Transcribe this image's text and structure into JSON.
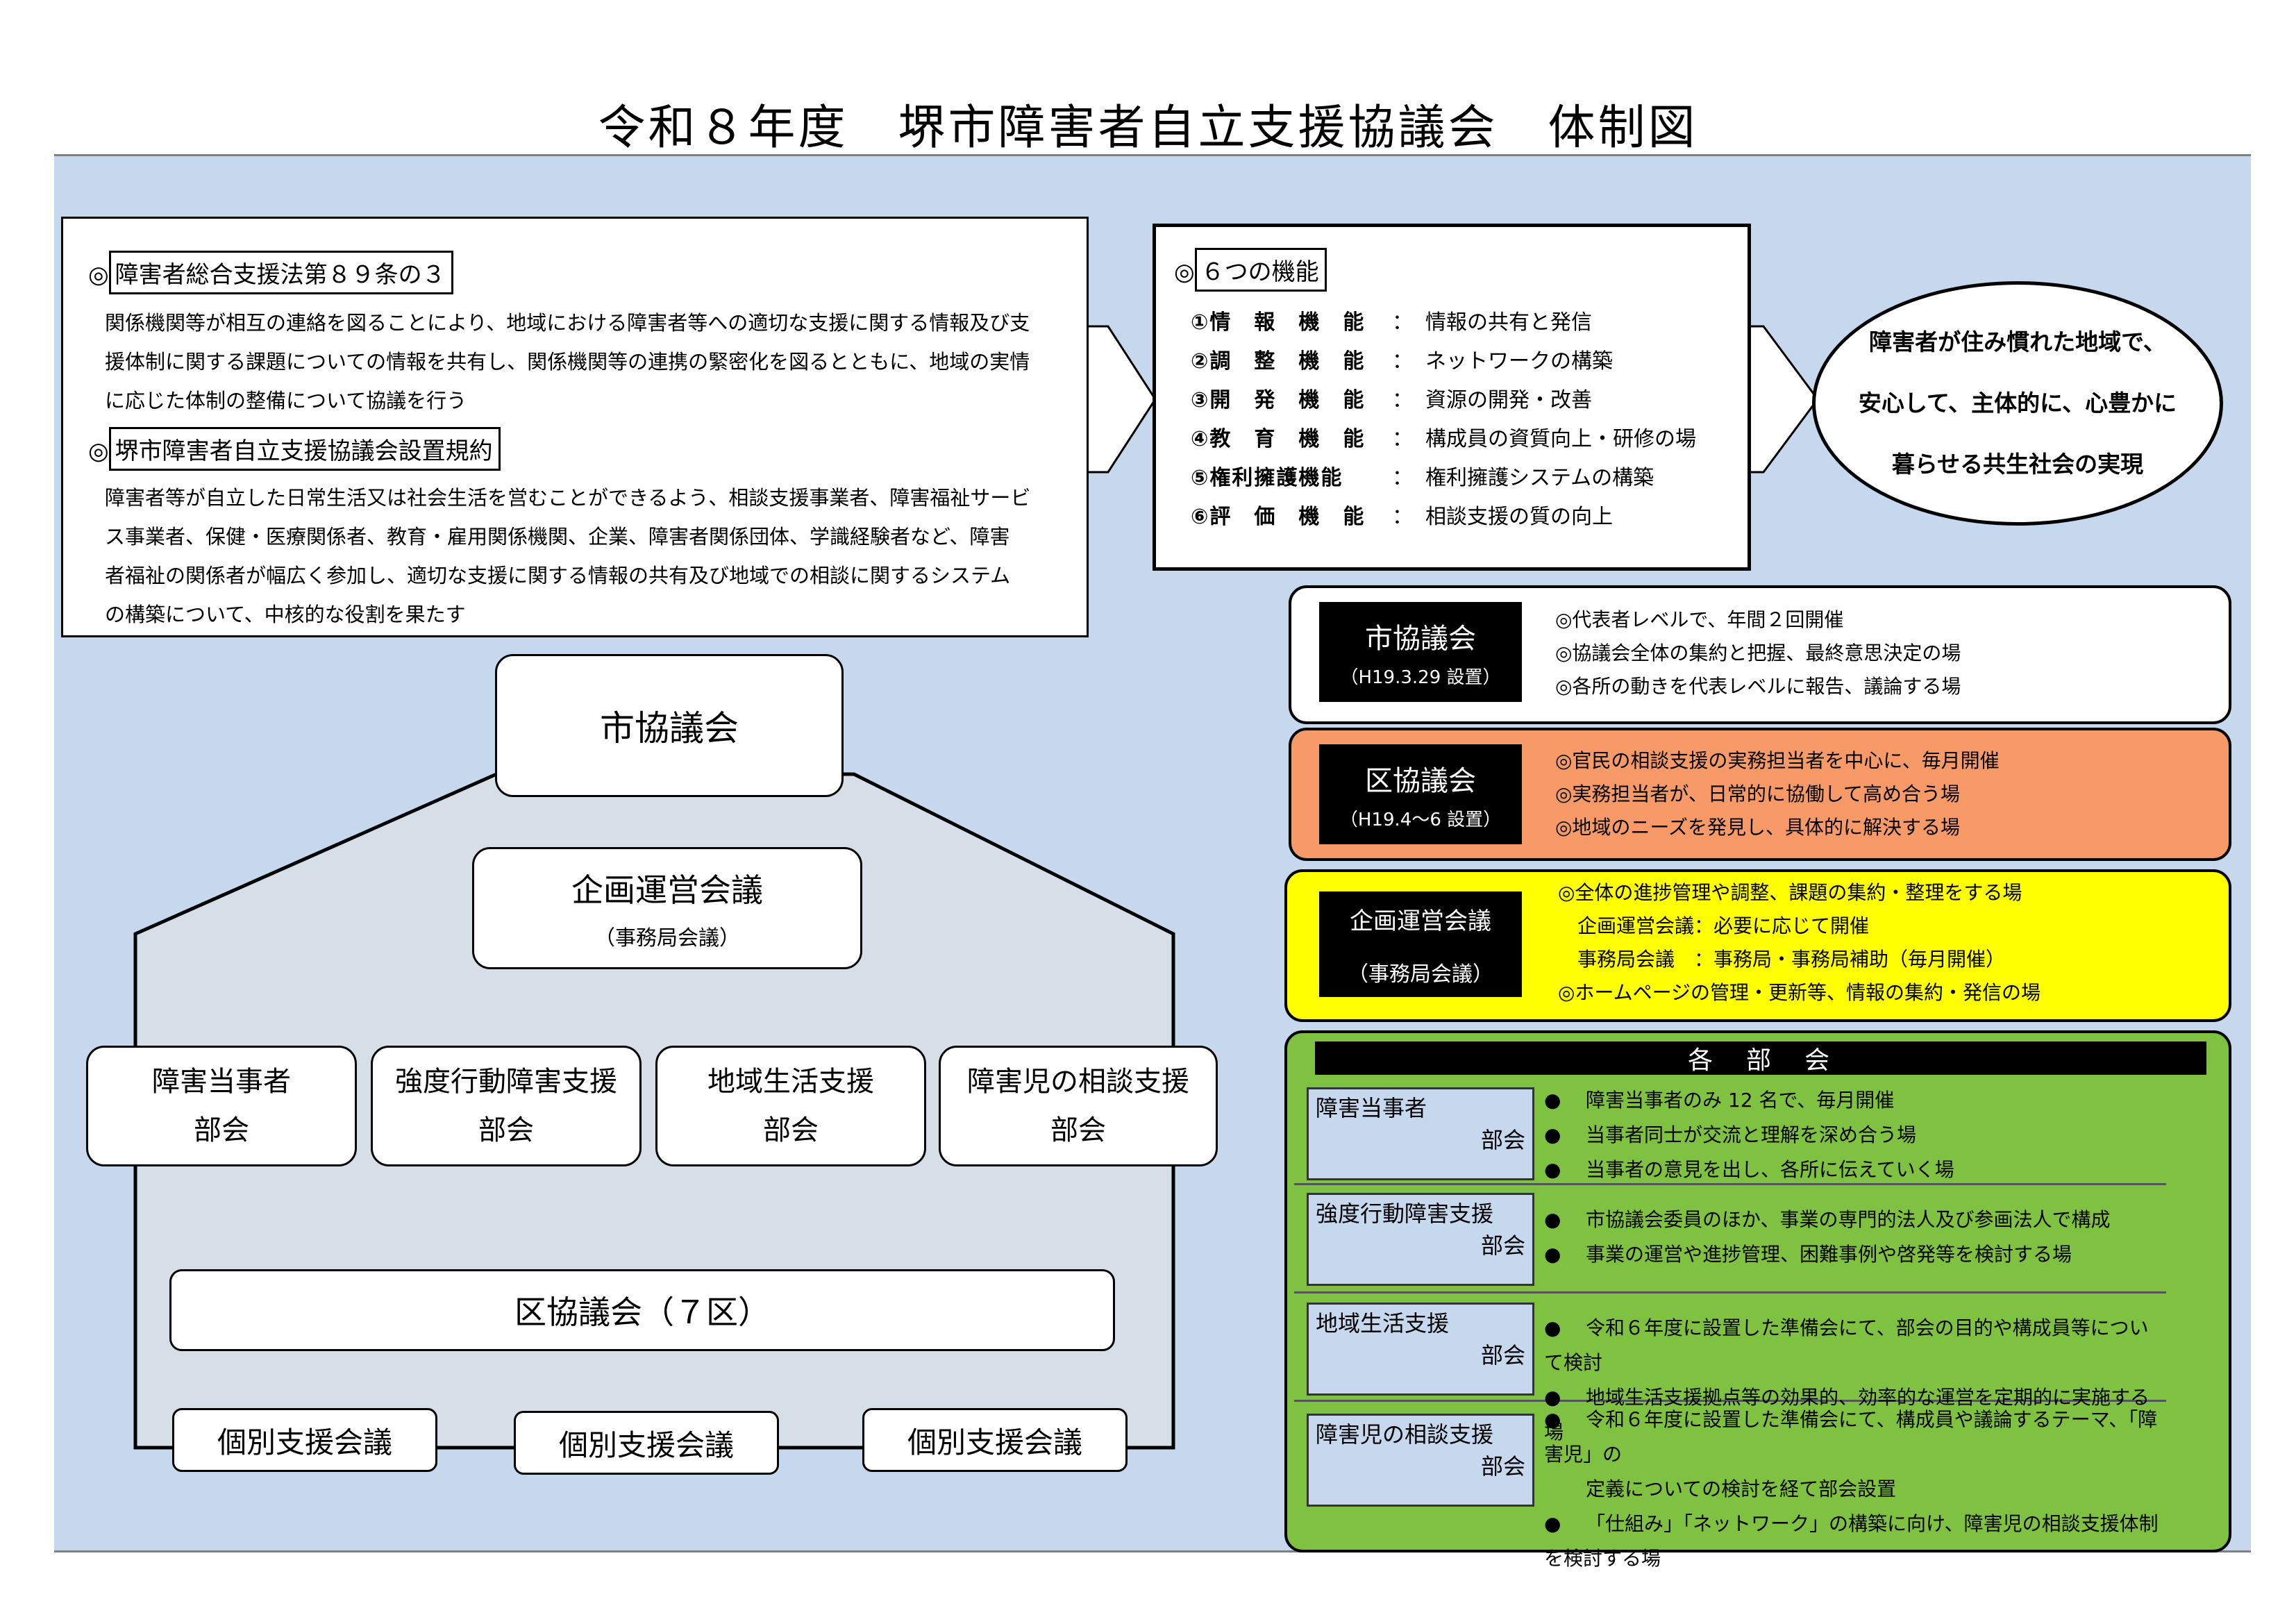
{
  "title": "令和８年度　堺市障害者自立支援協議会　体制図",
  "law": {
    "heading1": "障害者総合支援法第８９条の３",
    "text1": [
      "関係機関等が相互の連絡を図ることにより、地域における障害者等への適切な支援に関する情報及び支",
      "援体制に関する課題についての情報を共有し、関係機関等の連携の緊密化を図るとともに、地域の実情",
      "に応じた体制の整備について協議を行う"
    ],
    "heading2": "堺市障害者自立支援協議会設置規約",
    "text2": [
      "障害者等が自立した日常生活又は社会生活を営むことができるよう、相談支援事業者、障害福祉サービ",
      "ス事業者、保健・医療関係者、教育・雇用関係機関、企業、障害者関係団体、学識経験者など、障害",
      "者福祉の関係者が幅広く参加し、適切な支援に関する情報の共有及び地域での相談に関するシステム",
      "の構築について、中核的な役割を果たす"
    ],
    "mark": "◎"
  },
  "functions": {
    "heading": "６つの機能",
    "mark": "◎",
    "colon": "：",
    "items": [
      {
        "num": "①情　報　機　能",
        "desc": "情報の共有と発信"
      },
      {
        "num": "②調　整　機　能",
        "desc": "ネットワークの構築"
      },
      {
        "num": "③開　発　機　能",
        "desc": "資源の開発・改善"
      },
      {
        "num": "④教　育　機　能",
        "desc": "構成員の資質向上・研修の場"
      },
      {
        "num": "⑤権利擁護機能",
        "desc": "権利擁護システムの構築"
      },
      {
        "num": "⑥評　価　機　能",
        "desc": "相談支援の質の向上"
      }
    ]
  },
  "goal": [
    "障害者が住み慣れた地域で、",
    "安心して、主体的に、心豊かに",
    "暮らせる共生社会の実現"
  ],
  "structure": {
    "top": "市協議会",
    "planning": "企画運営会議",
    "planning_sub": "（事務局会議）",
    "subcommittees": [
      {
        "line1": "障害当事者",
        "line2": "部会"
      },
      {
        "line1": "強度行動障害支援",
        "line2": "部会"
      },
      {
        "line1": "地域生活支援",
        "line2": "部会"
      },
      {
        "line1": "障害児の相談支援",
        "line2": "部会"
      }
    ],
    "ward": "区協議会（７区）",
    "individual": [
      "個別支援会議",
      "個別支援会議",
      "個別支援会議"
    ]
  },
  "cards": {
    "city": {
      "name": "市協議会",
      "sub": "（H19.3.29 設置）",
      "notes": [
        "◎代表者レベルで、年間２回開催",
        "◎協議会全体の集約と把握、最終意思決定の場",
        "◎各所の動きを代表レベルに報告、議論する場"
      ],
      "color": "#ffffff"
    },
    "ward": {
      "name": "区協議会",
      "sub": "（H19.4～6 設置）",
      "notes": [
        "◎官民の相談支援の実務担当者を中心に、毎月開催",
        "◎実務担当者が、日常的に協働して高め合う場",
        "◎地域のニーズを発見し、具体的に解決する場"
      ],
      "color": "#f79a68"
    },
    "planning": {
      "name": "企画運営会議",
      "sub": "（事務局会議）",
      "notes": [
        "◎全体の進捗管理や調整、課題の集約・整理をする場",
        "　企画運営会議：必要に応じて開催",
        "　事務局会議　：事務局・事務局補助（毎月開催）",
        "◎ホームページの管理・更新等、情報の集約・発信の場"
      ],
      "color": "#ffff00"
    },
    "bukai": {
      "header": "各　部　会",
      "color": "#7fc241",
      "bullet": "●",
      "rows": [
        {
          "name1": "障害当事者",
          "name2": "部会",
          "notes": [
            "障害当事者のみ 12 名で、毎月開催",
            "当事者同士が交流と理解を深め合う場",
            "当事者の意見を出し、各所に伝えていく場"
          ]
        },
        {
          "name1": "強度行動障害支援",
          "name2": "部会",
          "notes": [
            "市協議会委員のほか、事業の専門的法人及び参画法人で構成",
            "事業の運営や進捗管理、困難事例や啓発等を検討する場"
          ]
        },
        {
          "name1": "地域生活支援",
          "name2": "部会",
          "notes": [
            "令和６年度に設置した準備会にて、部会の目的や構成員等について検討",
            "地域生活支援拠点等の効果的、効率的な運営を定期的に実施する場"
          ]
        },
        {
          "name1": "障害児の相談支援",
          "name2": "部会",
          "notes": [
            "令和６年度に設置した準備会にて、構成員や議論するテーマ、「障害児」の",
            "定義についての検討を経て部会設置",
            "「仕組み」「ネットワーク」の構築に向け、障害児の相談支援体制を検討する場"
          ]
        }
      ]
    }
  }
}
